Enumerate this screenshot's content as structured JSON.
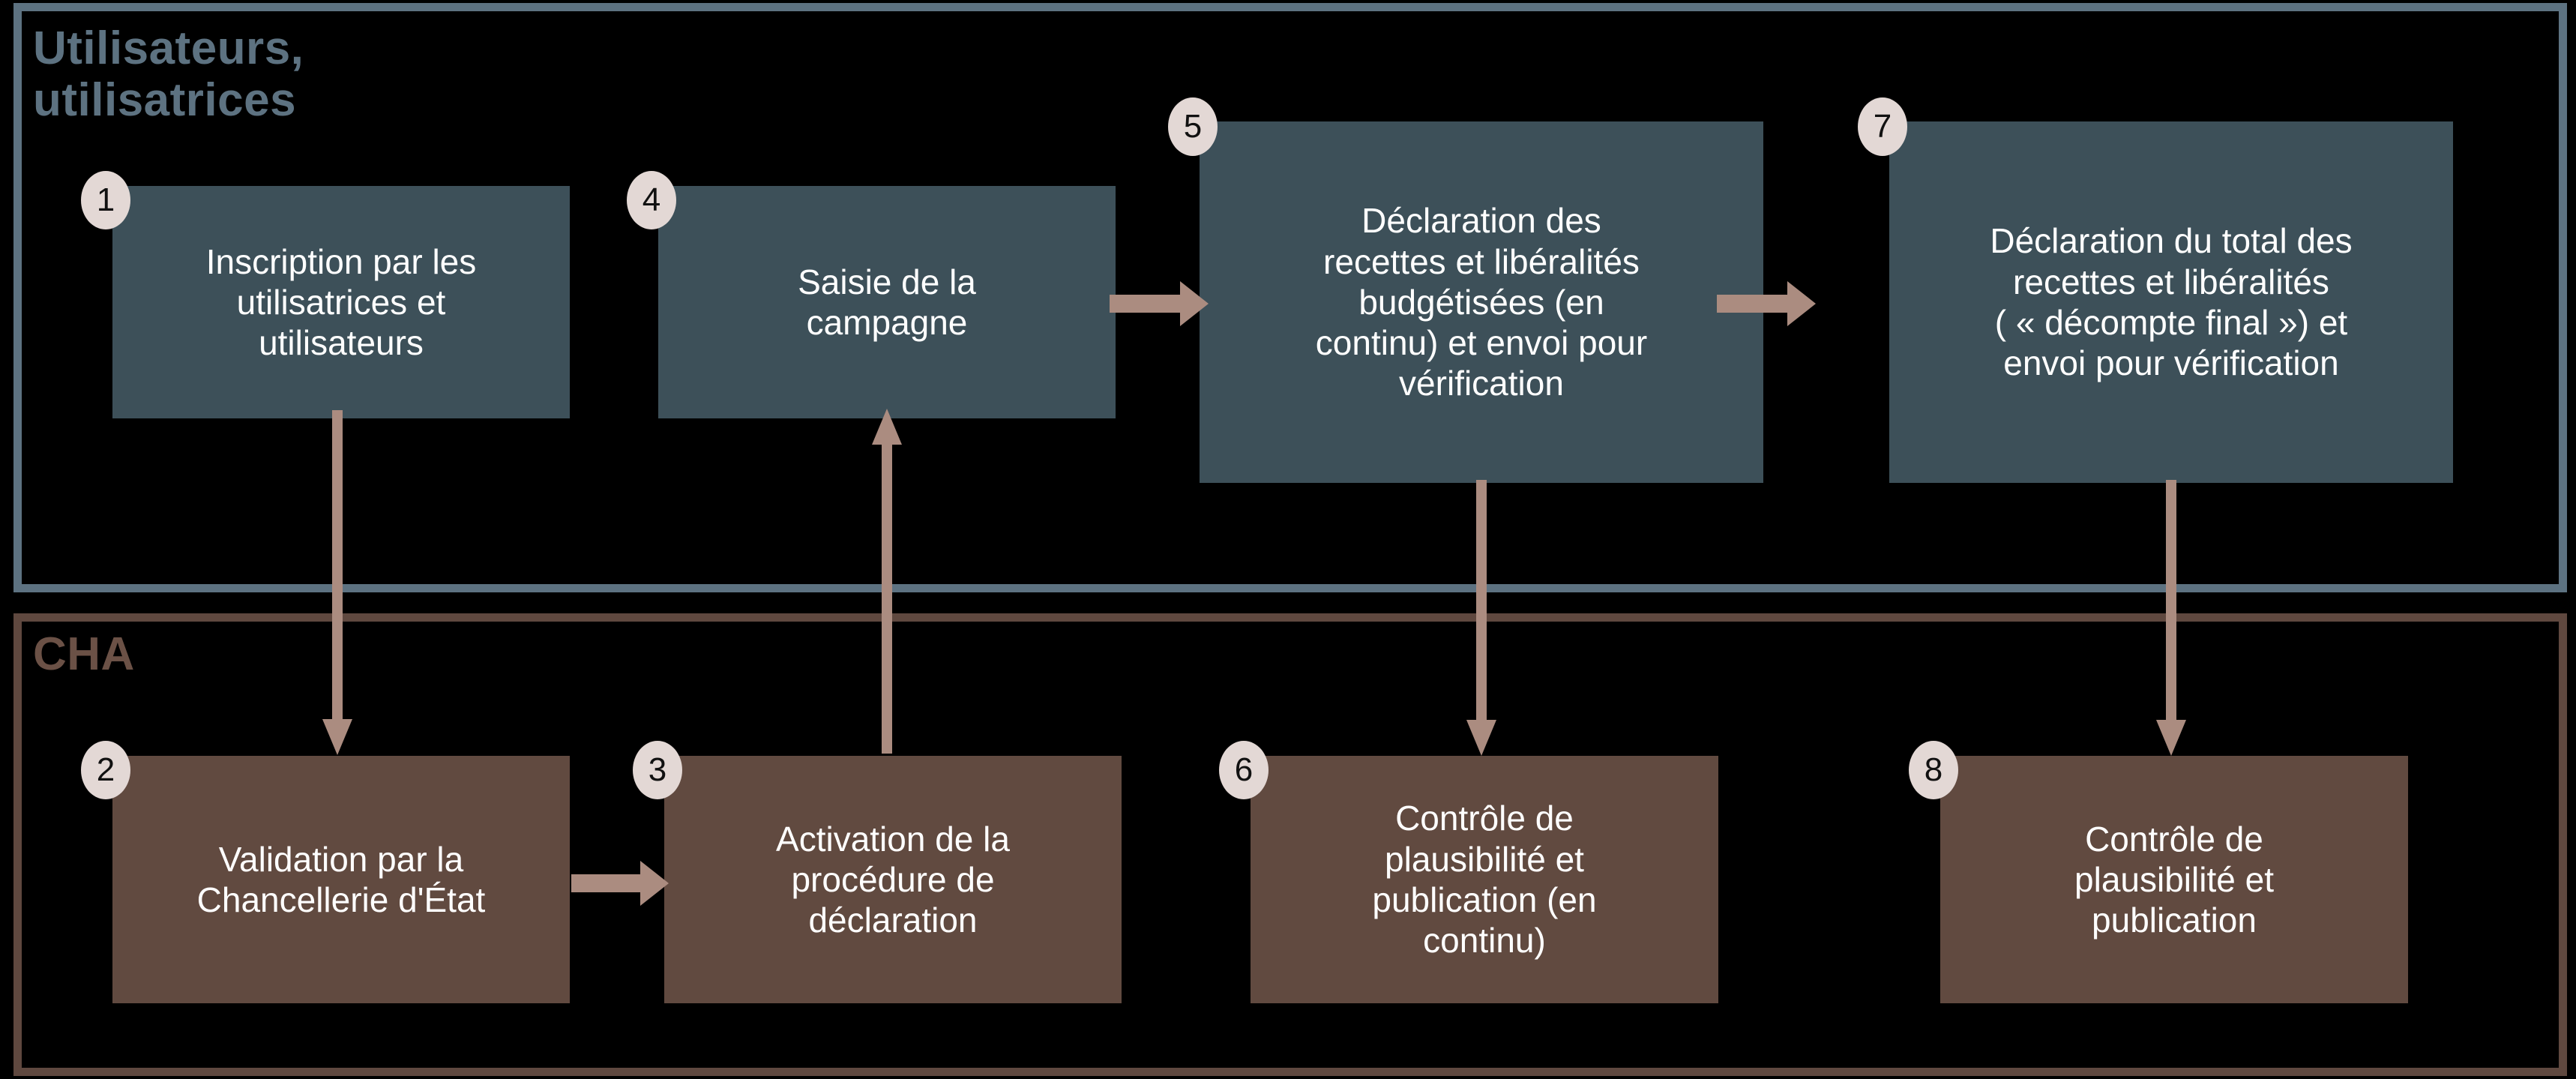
{
  "diagram": {
    "title_present": false,
    "colors": {
      "lane_top_border": "#5d7281",
      "lane_bottom_border": "#5f483f",
      "lane_top_label": "#5d7281",
      "lane_bottom_label": "#6b5146",
      "node_top_fill": "#3d5059",
      "node_bottom_fill": "#614a40",
      "node_text": "#ffffff",
      "badge_fill": "#e3d8d5",
      "badge_text": "#111111",
      "arrow": "#ab8c80",
      "background": "#000000"
    },
    "lanes": [
      {
        "id": "lane-utilisateurs",
        "label": "Utilisateurs,\nutilisatrices"
      },
      {
        "id": "lane-cha",
        "label": "CHA"
      }
    ],
    "nodes": [
      {
        "number": "1",
        "lane": "lane-utilisateurs",
        "label": "Inscription par les\nutilisatrices et\nutilisateurs"
      },
      {
        "number": "2",
        "lane": "lane-cha",
        "label": "Validation par la\nChancellerie d'État"
      },
      {
        "number": "3",
        "lane": "lane-cha",
        "label": "Activation de la\nprocédure de\ndéclaration"
      },
      {
        "number": "4",
        "lane": "lane-utilisateurs",
        "label": "Saisie de la\ncampagne"
      },
      {
        "number": "5",
        "lane": "lane-utilisateurs",
        "label": "Déclaration des\nrecettes et libéralités\nbudgétisées (en\ncontinu) et envoi pour\nvérification"
      },
      {
        "number": "6",
        "lane": "lane-cha",
        "label": "Contrôle de\nplausibilité et\npublication (en\ncontinu)"
      },
      {
        "number": "7",
        "lane": "lane-utilisateurs",
        "label": "Déclaration du total des\nrecettes et libéralités\n( « décompte final ») et\nenvoi pour vérification"
      },
      {
        "number": "8",
        "lane": "lane-cha",
        "label": "Contrôle de\nplausibilité et\npublication"
      }
    ],
    "connections": [
      {
        "from": "1",
        "to": "2",
        "direction": "down"
      },
      {
        "from": "2",
        "to": "3",
        "direction": "right"
      },
      {
        "from": "3",
        "to": "4",
        "direction": "up"
      },
      {
        "from": "4",
        "to": "5",
        "direction": "right"
      },
      {
        "from": "5",
        "to": "6",
        "direction": "down"
      },
      {
        "from": "6",
        "to": "7",
        "direction": "right"
      },
      {
        "from": "7",
        "to": "8",
        "direction": "down"
      }
    ]
  }
}
